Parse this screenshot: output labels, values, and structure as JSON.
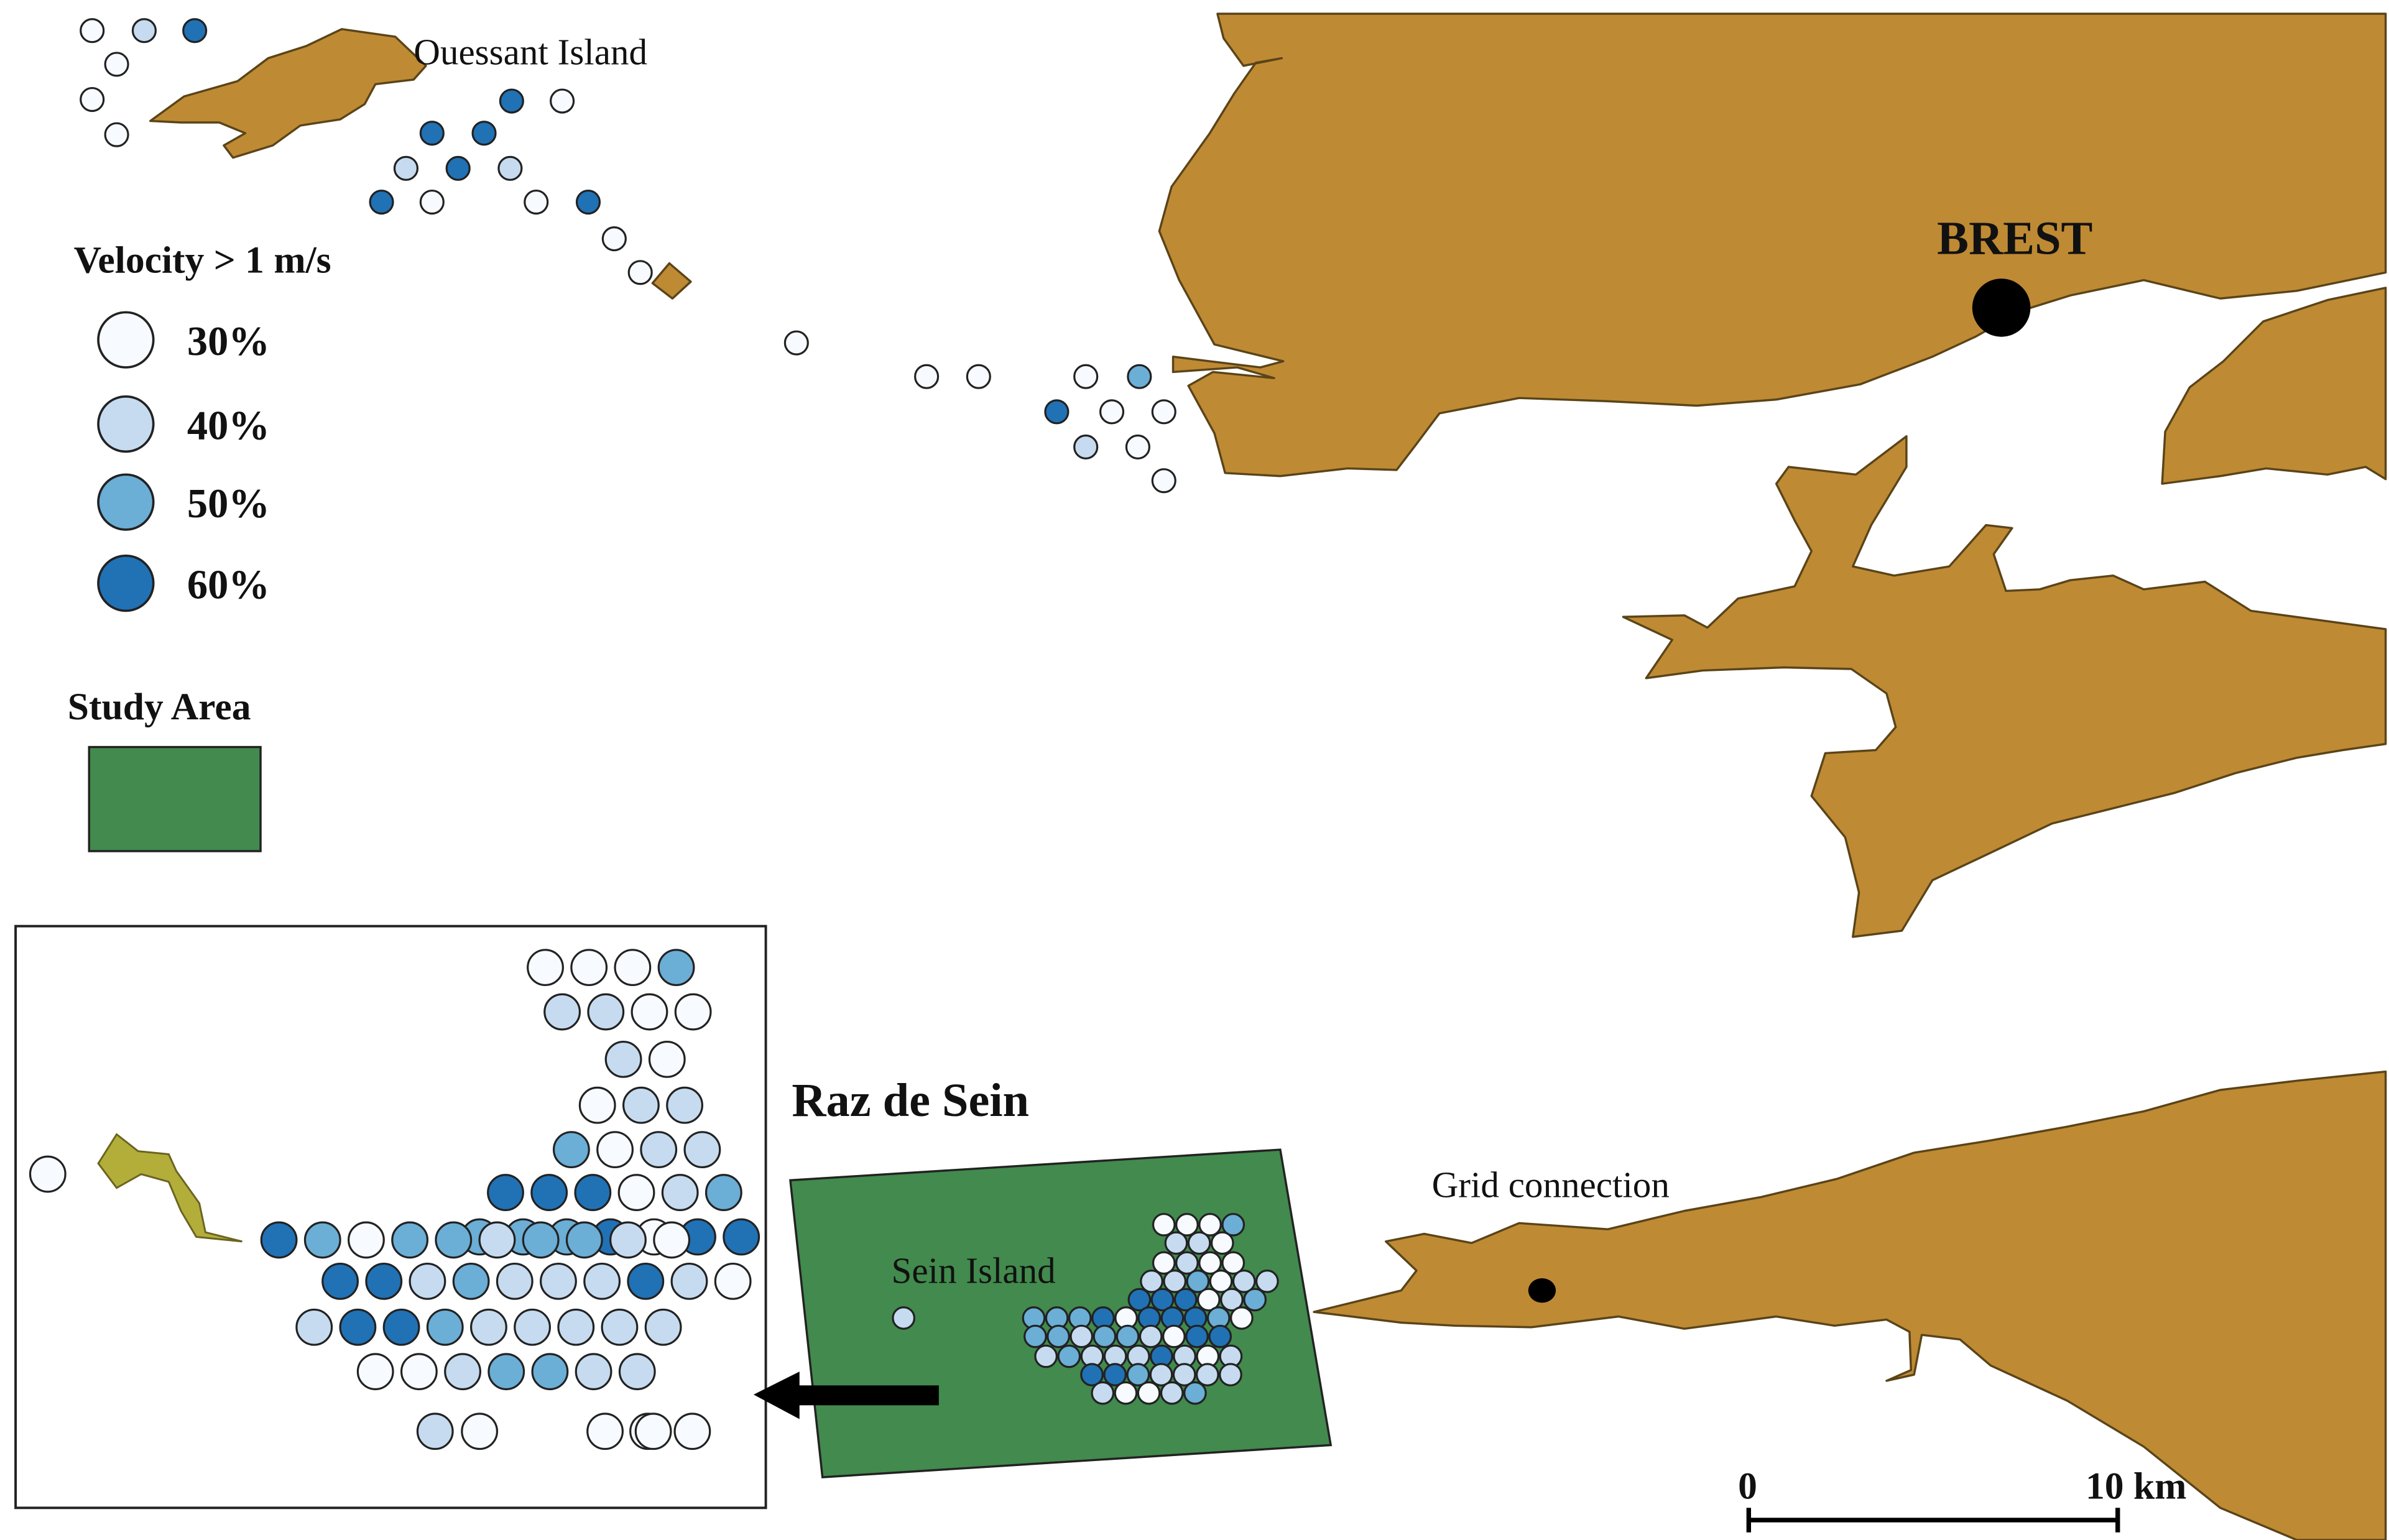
{
  "colors": {
    "land": "#bf8a34",
    "sein_island_inset": "#b3ad3a",
    "study_area": "#428a4d",
    "marker": "#000000"
  },
  "places": {
    "ouessant": "Ouessant Island",
    "brest": "BREST",
    "raz_de_sein": "Raz de Sein",
    "sein_island": "Sein Island",
    "grid_connection": "Grid connection"
  },
  "legend": {
    "title": "Velocity > 1 m/s",
    "items": [
      {
        "label": "30%",
        "color": "#f7fbff"
      },
      {
        "label": "40%",
        "color": "#c6dbef"
      },
      {
        "label": "50%",
        "color": "#6baed6"
      },
      {
        "label": "60%",
        "color": "#2171b5"
      }
    ],
    "study_area_label": "Study Area"
  },
  "scale_bar": {
    "start": "0",
    "end": "10 km"
  },
  "site_classes": {
    "ouessant_cluster": [
      30,
      40,
      60,
      30,
      30,
      30,
      60,
      30,
      60,
      60,
      40,
      60,
      40,
      60,
      30,
      30,
      60,
      30,
      30,
      30
    ],
    "crozon_cluster": [
      30,
      30,
      30,
      50,
      60,
      30,
      30,
      40,
      30,
      30,
      30
    ],
    "inset": [
      30,
      30,
      30,
      30,
      50,
      40,
      40,
      30,
      30,
      40,
      30,
      30,
      40,
      40,
      50,
      30,
      40,
      40,
      60,
      60,
      60,
      30,
      40,
      50,
      50,
      50,
      50,
      60,
      30,
      60,
      60,
      60,
      50,
      30,
      50,
      50,
      40,
      50,
      50,
      40,
      30,
      60,
      60,
      40,
      50,
      40,
      40,
      40,
      60,
      40,
      30,
      40,
      60,
      60,
      50,
      40,
      40,
      40,
      40,
      40,
      30,
      30,
      40,
      50,
      50,
      40,
      40,
      40,
      30,
      30,
      30,
      30,
      30,
      40,
      40,
      30,
      30,
      30,
      40
    ]
  }
}
